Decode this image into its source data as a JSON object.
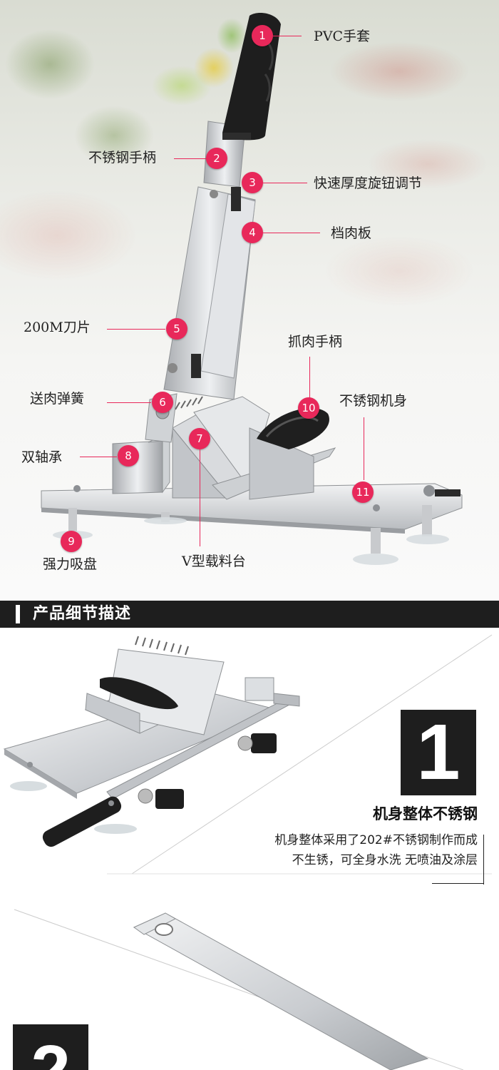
{
  "parts": [
    {
      "num": "1",
      "label": "PVC手套"
    },
    {
      "num": "2",
      "label": "不锈钢手柄"
    },
    {
      "num": "3",
      "label": "快速厚度旋钮调节"
    },
    {
      "num": "4",
      "label": "档肉板"
    },
    {
      "num": "5",
      "label": "200M刀片"
    },
    {
      "num": "6",
      "label": "送肉弹簧"
    },
    {
      "num": "7",
      "label": "V型载料台"
    },
    {
      "num": "8",
      "label": "双轴承"
    },
    {
      "num": "9",
      "label": "强力吸盘"
    },
    {
      "num": "10",
      "label": "抓肉手柄"
    },
    {
      "num": "11",
      "label": "不锈钢机身"
    }
  ],
  "section": {
    "title": "产品细节描述"
  },
  "features": [
    {
      "num": "1",
      "title": "机身整体不锈钢",
      "desc_line1": "机身整体采用了202#不锈钢制作而成",
      "desc_line2": "不生锈，可全身水洗 无喷油及涂层"
    },
    {
      "num": "2"
    }
  ],
  "colors": {
    "accent": "#e8285a",
    "dark": "#1e1e1e"
  }
}
